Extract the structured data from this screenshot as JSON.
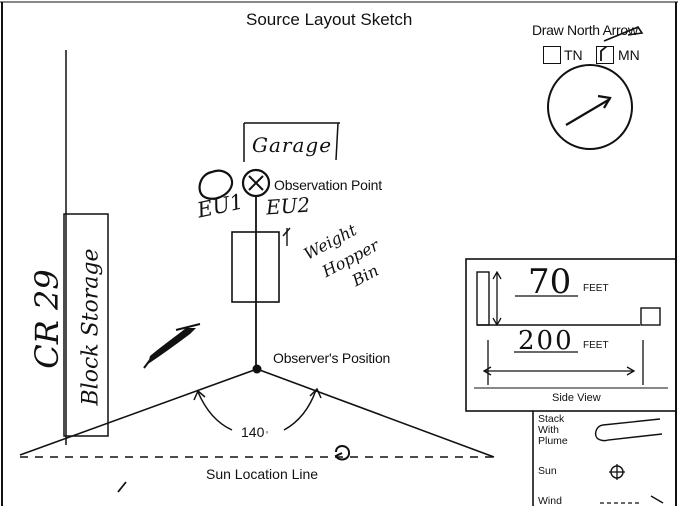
{
  "title": "Source Layout Sketch",
  "north_arrow": {
    "label": "Draw North Arrow",
    "options": [
      {
        "label": "TN",
        "checked": false
      },
      {
        "label": "MN",
        "checked": true
      }
    ]
  },
  "labels": {
    "observation_point": "Observation Point",
    "observers_position": "Observer's Position",
    "angle": "140",
    "sun_location_line": "Sun Location Line"
  },
  "handwriting": {
    "road": "CR 29",
    "block_storage": "Block Storage",
    "garage": "Garage",
    "eu1": "EU1",
    "eu2": "EU2",
    "weight_hopper_bin": [
      "Weight",
      "Hopper",
      "Bin"
    ]
  },
  "side_view": {
    "height_value": "70",
    "height_unit": "FEET",
    "distance_value": "200",
    "distance_unit": "FEET",
    "caption": "Side View"
  },
  "legend": [
    {
      "label": "Stack With Plume",
      "lines": [
        "Stack",
        "With",
        "Plume"
      ],
      "icon": "stack-plume-icon"
    },
    {
      "label": "Sun",
      "lines": [
        "Sun"
      ],
      "icon": "sun-crosshair-icon"
    },
    {
      "label": "Wind",
      "lines": [
        "Wind"
      ],
      "icon": "wind-arrow-icon"
    }
  ]
}
